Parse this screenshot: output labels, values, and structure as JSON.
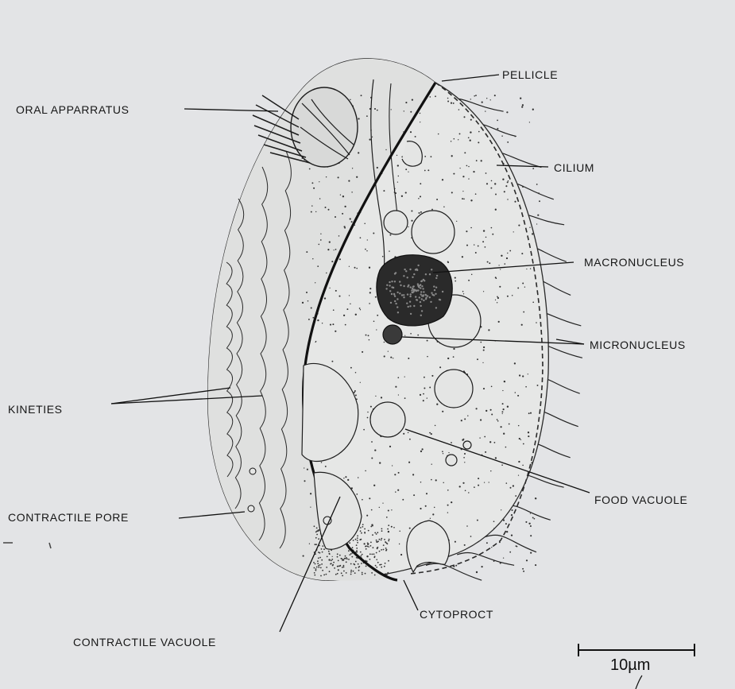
{
  "labels": {
    "pellicle": "PELLICLE",
    "oral_apparatus": "ORAL APPARRATUS",
    "cilium": "CILIUM",
    "macronucleus": "MACRONUCLEUS",
    "micronucleus": "MICRONUCLEUS",
    "kineties": "KINETIES",
    "contractile_pore": "CONTRACTILE PORE",
    "food_vacuole": "FOOD VACUOLE",
    "cytoproct": "CYTOPROCT",
    "contractile_vacuole": "CONTRACTILE VACUOLE"
  },
  "scale_bar": {
    "label": "10µm"
  },
  "colors": {
    "background": "#e3e4e6",
    "ink": "#151515",
    "stipple": "#333333"
  }
}
